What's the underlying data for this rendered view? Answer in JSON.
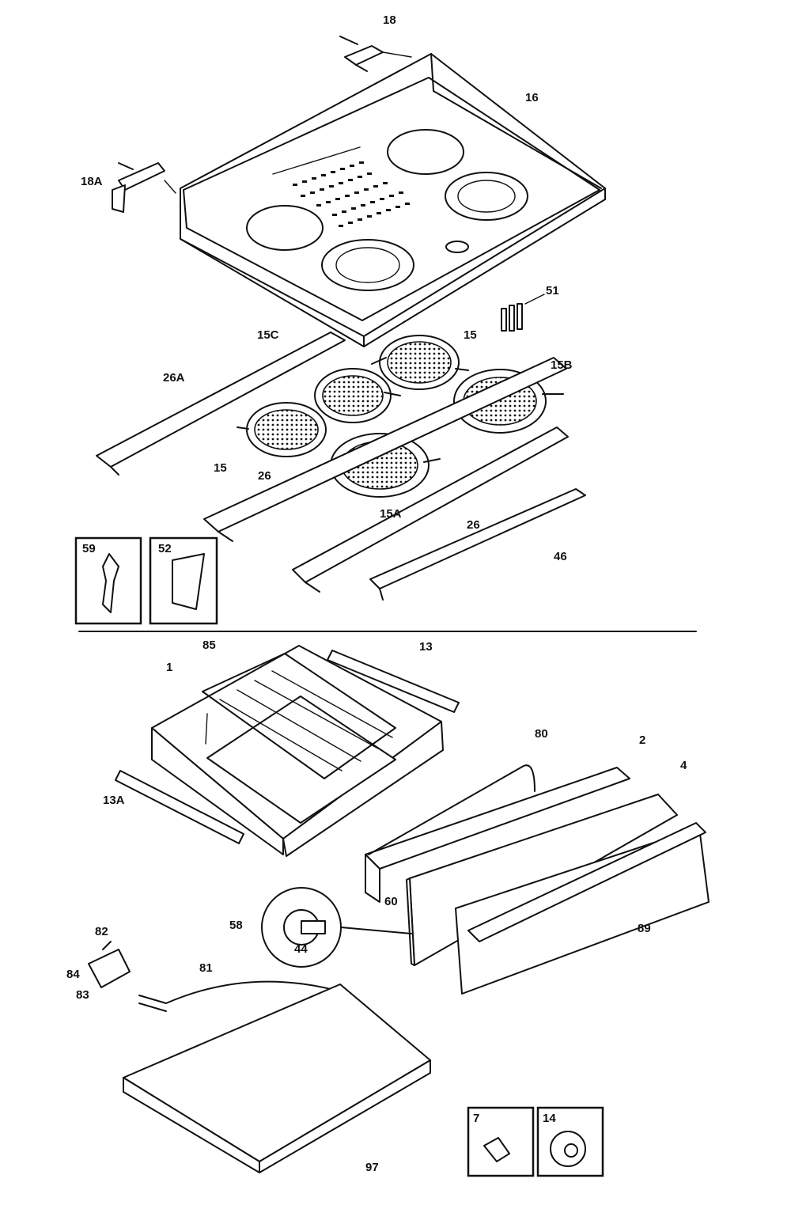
{
  "labels": {
    "l18": "18",
    "l16": "16",
    "l18a": "18A",
    "l51": "51",
    "l15c": "15C",
    "l15top": "15",
    "l15b": "15B",
    "l26a": "26A",
    "l15left": "15",
    "l26left": "26",
    "l15a": "15A",
    "l26right": "26",
    "l46": "46",
    "l59": "59",
    "l52": "52",
    "l85": "85",
    "l13": "13",
    "l1": "1",
    "l13a": "13A",
    "l80": "80",
    "l2": "2",
    "l4": "4",
    "l60": "60",
    "l44": "44",
    "l89": "89",
    "l82": "82",
    "l84": "84",
    "l83": "83",
    "l58": "58",
    "l81": "81",
    "l97": "97",
    "l7": "7",
    "l14": "14"
  }
}
